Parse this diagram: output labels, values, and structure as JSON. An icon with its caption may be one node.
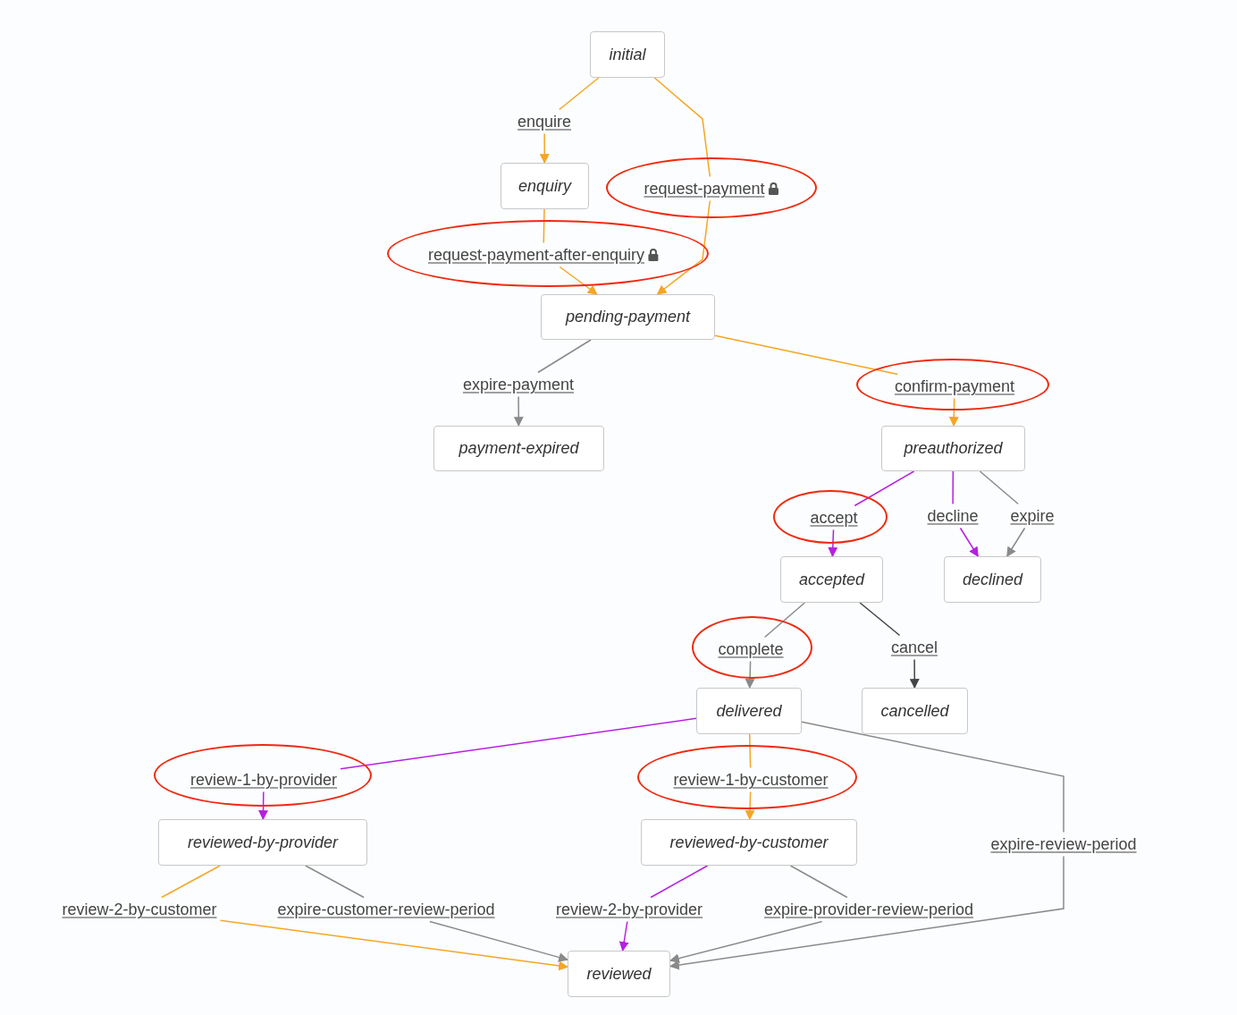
{
  "diagram": {
    "nodes": [
      {
        "text": [
          "initial"
        ]
      },
      {
        "text": [
          "enquire"
        ]
      },
      {
        "text": [
          "enquiry"
        ]
      },
      {
        "text": [],
        "shape": "ellipse"
      },
      {
        "text": [
          "request-payment"
        ],
        "in": 3
      },
      {
        "text": [],
        "shape": "ellipse"
      },
      {
        "text": [
          "request-payment-after-enquiry"
        ],
        "in": 5
      },
      {
        "text": [
          "pending-payment"
        ]
      },
      {
        "text": [
          "expire-payment"
        ]
      },
      {
        "text": [],
        "shape": "ellipse"
      },
      {
        "text": [
          "confirm-payment"
        ],
        "in": 9
      },
      {
        "text": [
          "payment-expired"
        ]
      },
      {
        "text": [
          "preauthorized"
        ]
      },
      {
        "text": [],
        "shape": "ellipse"
      },
      {
        "text": [
          "accept"
        ],
        "in": 13
      },
      {
        "text": [
          "decline"
        ]
      },
      {
        "text": [
          "expire"
        ]
      },
      {
        "text": [
          "accepted"
        ]
      },
      {
        "text": [
          "declined"
        ]
      },
      {
        "text": [],
        "shape": "ellipse"
      },
      {
        "text": [
          "complete"
        ],
        "in": 19
      },
      {
        "text": [
          "cancel"
        ]
      },
      {
        "text": [
          "delivered"
        ]
      },
      {
        "text": [
          "cancelled"
        ]
      },
      {
        "text": [],
        "shape": "ellipse"
      },
      {
        "text": [
          "review-1-by-provider"
        ],
        "in": 24
      },
      {
        "text": [],
        "shape": "ellipse"
      },
      {
        "text": [
          "review-1-by-customer"
        ],
        "in": 26
      },
      {
        "text": [
          "reviewed-by-provider"
        ]
      },
      {
        "text": [
          "reviewed-by-customer"
        ]
      },
      {
        "text": [
          "expire-review-period"
        ]
      },
      {
        "text": [
          "review-2-by-customer"
        ]
      },
      {
        "text": [
          "expire-customer-review-period"
        ]
      },
      {
        "text": [
          "review-2-by-provider"
        ]
      },
      {
        "text": [
          "expire-provider-review-period"
        ]
      },
      {
        "text": [
          "reviewed"
        ]
      }
    ],
    "edges": [
      {
        "from": 0,
        "to": 1,
        "arrow": "none",
        "color": "#f5a623"
      },
      {
        "from": 1,
        "to": 2,
        "arrow": "to",
        "color": "#f5a623"
      },
      {
        "from": 0,
        "to": 4,
        "arrow": "none",
        "color": "#f5a623"
      },
      {
        "from": 4,
        "to": 7,
        "arrow": "to",
        "color": "#f5a623"
      },
      {
        "from": 2,
        "to": 6,
        "arrow": "none",
        "color": "#f5a623"
      },
      {
        "from": 6,
        "to": 7,
        "arrow": "to",
        "color": "#f5a623"
      },
      {
        "from": 7,
        "to": 8,
        "arrow": "none",
        "color": "#8a8a8a"
      },
      {
        "from": 8,
        "to": 11,
        "arrow": "to",
        "color": "#8a8a8a"
      },
      {
        "from": 7,
        "to": 10,
        "arrow": "none",
        "color": "#f5a623"
      },
      {
        "from": 10,
        "to": 12,
        "arrow": "to",
        "color": "#f5a623"
      },
      {
        "from": 12,
        "to": 14,
        "arrow": "none",
        "color": "#b620e0"
      },
      {
        "from": 14,
        "to": 17,
        "arrow": "to",
        "color": "#b620e0"
      },
      {
        "from": 12,
        "to": 15,
        "arrow": "none",
        "color": "#b620e0"
      },
      {
        "from": 15,
        "to": 18,
        "arrow": "to",
        "color": "#b620e0"
      },
      {
        "from": 12,
        "to": 16,
        "arrow": "none",
        "color": "#8a8a8a"
      },
      {
        "from": 16,
        "to": 18,
        "arrow": "to",
        "color": "#8a8a8a"
      },
      {
        "from": 17,
        "to": 20,
        "arrow": "none",
        "color": "#8a8a8a"
      },
      {
        "from": 20,
        "to": 22,
        "arrow": "to",
        "color": "#8a8a8a"
      },
      {
        "from": 17,
        "to": 21,
        "arrow": "none",
        "color": "#444444"
      },
      {
        "from": 21,
        "to": 23,
        "arrow": "to",
        "color": "#444444"
      },
      {
        "from": 22,
        "to": 25,
        "arrow": "none",
        "color": "#b620e0"
      },
      {
        "from": 25,
        "to": 28,
        "arrow": "to",
        "color": "#b620e0"
      },
      {
        "from": 22,
        "to": 27,
        "arrow": "none",
        "color": "#f5a623"
      },
      {
        "from": 27,
        "to": 29,
        "arrow": "to",
        "color": "#f5a623"
      },
      {
        "from": 22,
        "to": 30,
        "arrow": "none",
        "color": "#8a8a8a"
      },
      {
        "from": 30,
        "to": 35,
        "arrow": "to",
        "color": "#8a8a8a"
      },
      {
        "from": 28,
        "to": 31,
        "arrow": "none",
        "color": "#f5a623"
      },
      {
        "from": 31,
        "to": 35,
        "arrow": "to",
        "color": "#f5a623"
      },
      {
        "from": 28,
        "to": 32,
        "arrow": "none",
        "color": "#8a8a8a"
      },
      {
        "from": 32,
        "to": 35,
        "arrow": "to",
        "color": "#8a8a8a"
      },
      {
        "from": 29,
        "to": 33,
        "arrow": "none",
        "color": "#b620e0"
      },
      {
        "from": 33,
        "to": 35,
        "arrow": "to",
        "color": "#b620e0"
      },
      {
        "from": 29,
        "to": 34,
        "arrow": "none",
        "color": "#8a8a8a"
      },
      {
        "from": 34,
        "to": 35,
        "arrow": "to",
        "color": "#8a8a8a"
      }
    ]
  }
}
